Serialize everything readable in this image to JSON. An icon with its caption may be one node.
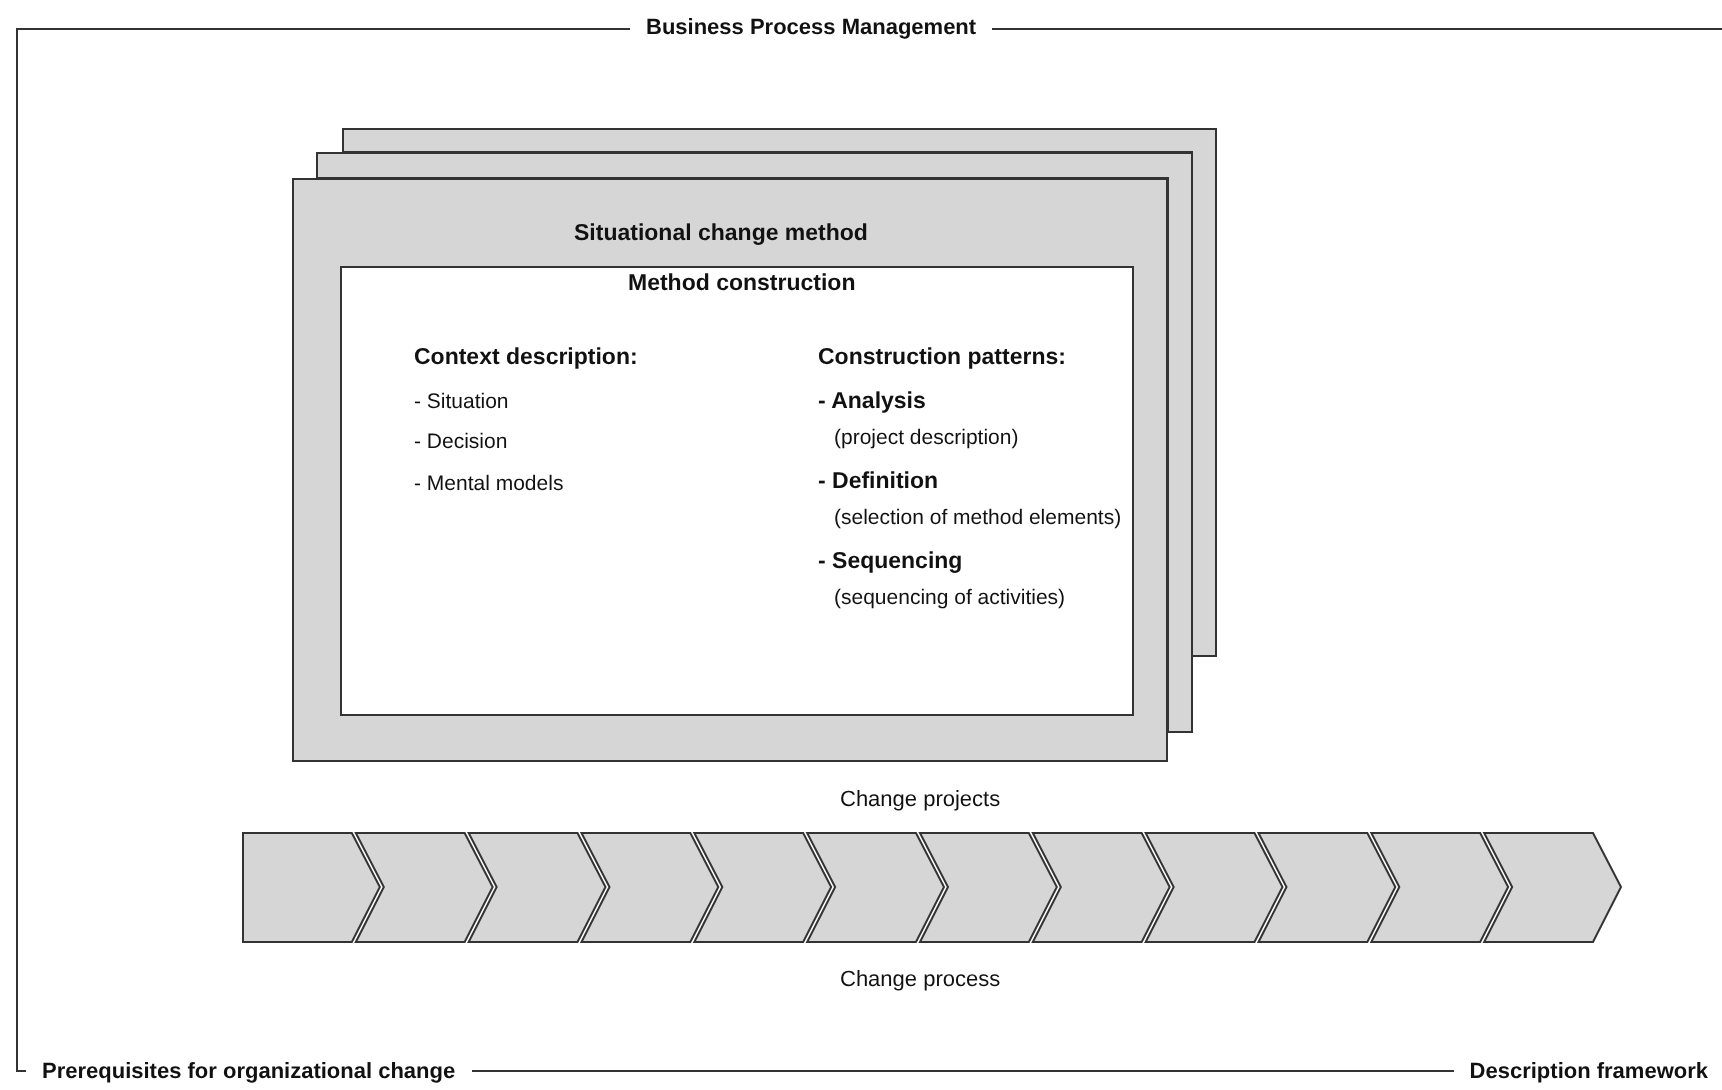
{
  "diagram": {
    "nodes": [
      {
        "text": [
          "Business Process Management",
          "Prerequisites for organizational change",
          "Description framework"
        ]
      },
      {
        "text": [],
        "shape": "box",
        "in": 0
      },
      {
        "text": [],
        "shape": "box",
        "in": 0
      },
      {
        "text": [
          "Situational change method"
        ],
        "in": 0
      },
      {
        "text": [
          "Method construction",
          "Context description:",
          "- Situation",
          "- Decision",
          "- Mental models",
          "Construction patterns:",
          "- Analysis",
          "(project description)",
          "- Definition",
          "(selection of method elements)",
          "- Sequencing",
          "(sequencing of activities)"
        ],
        "in": 3
      },
      {
        "text": [],
        "shape": "chevron",
        "in": 0
      }
    ],
    "labels": [
      "Change projects",
      "Change process"
    ]
  }
}
